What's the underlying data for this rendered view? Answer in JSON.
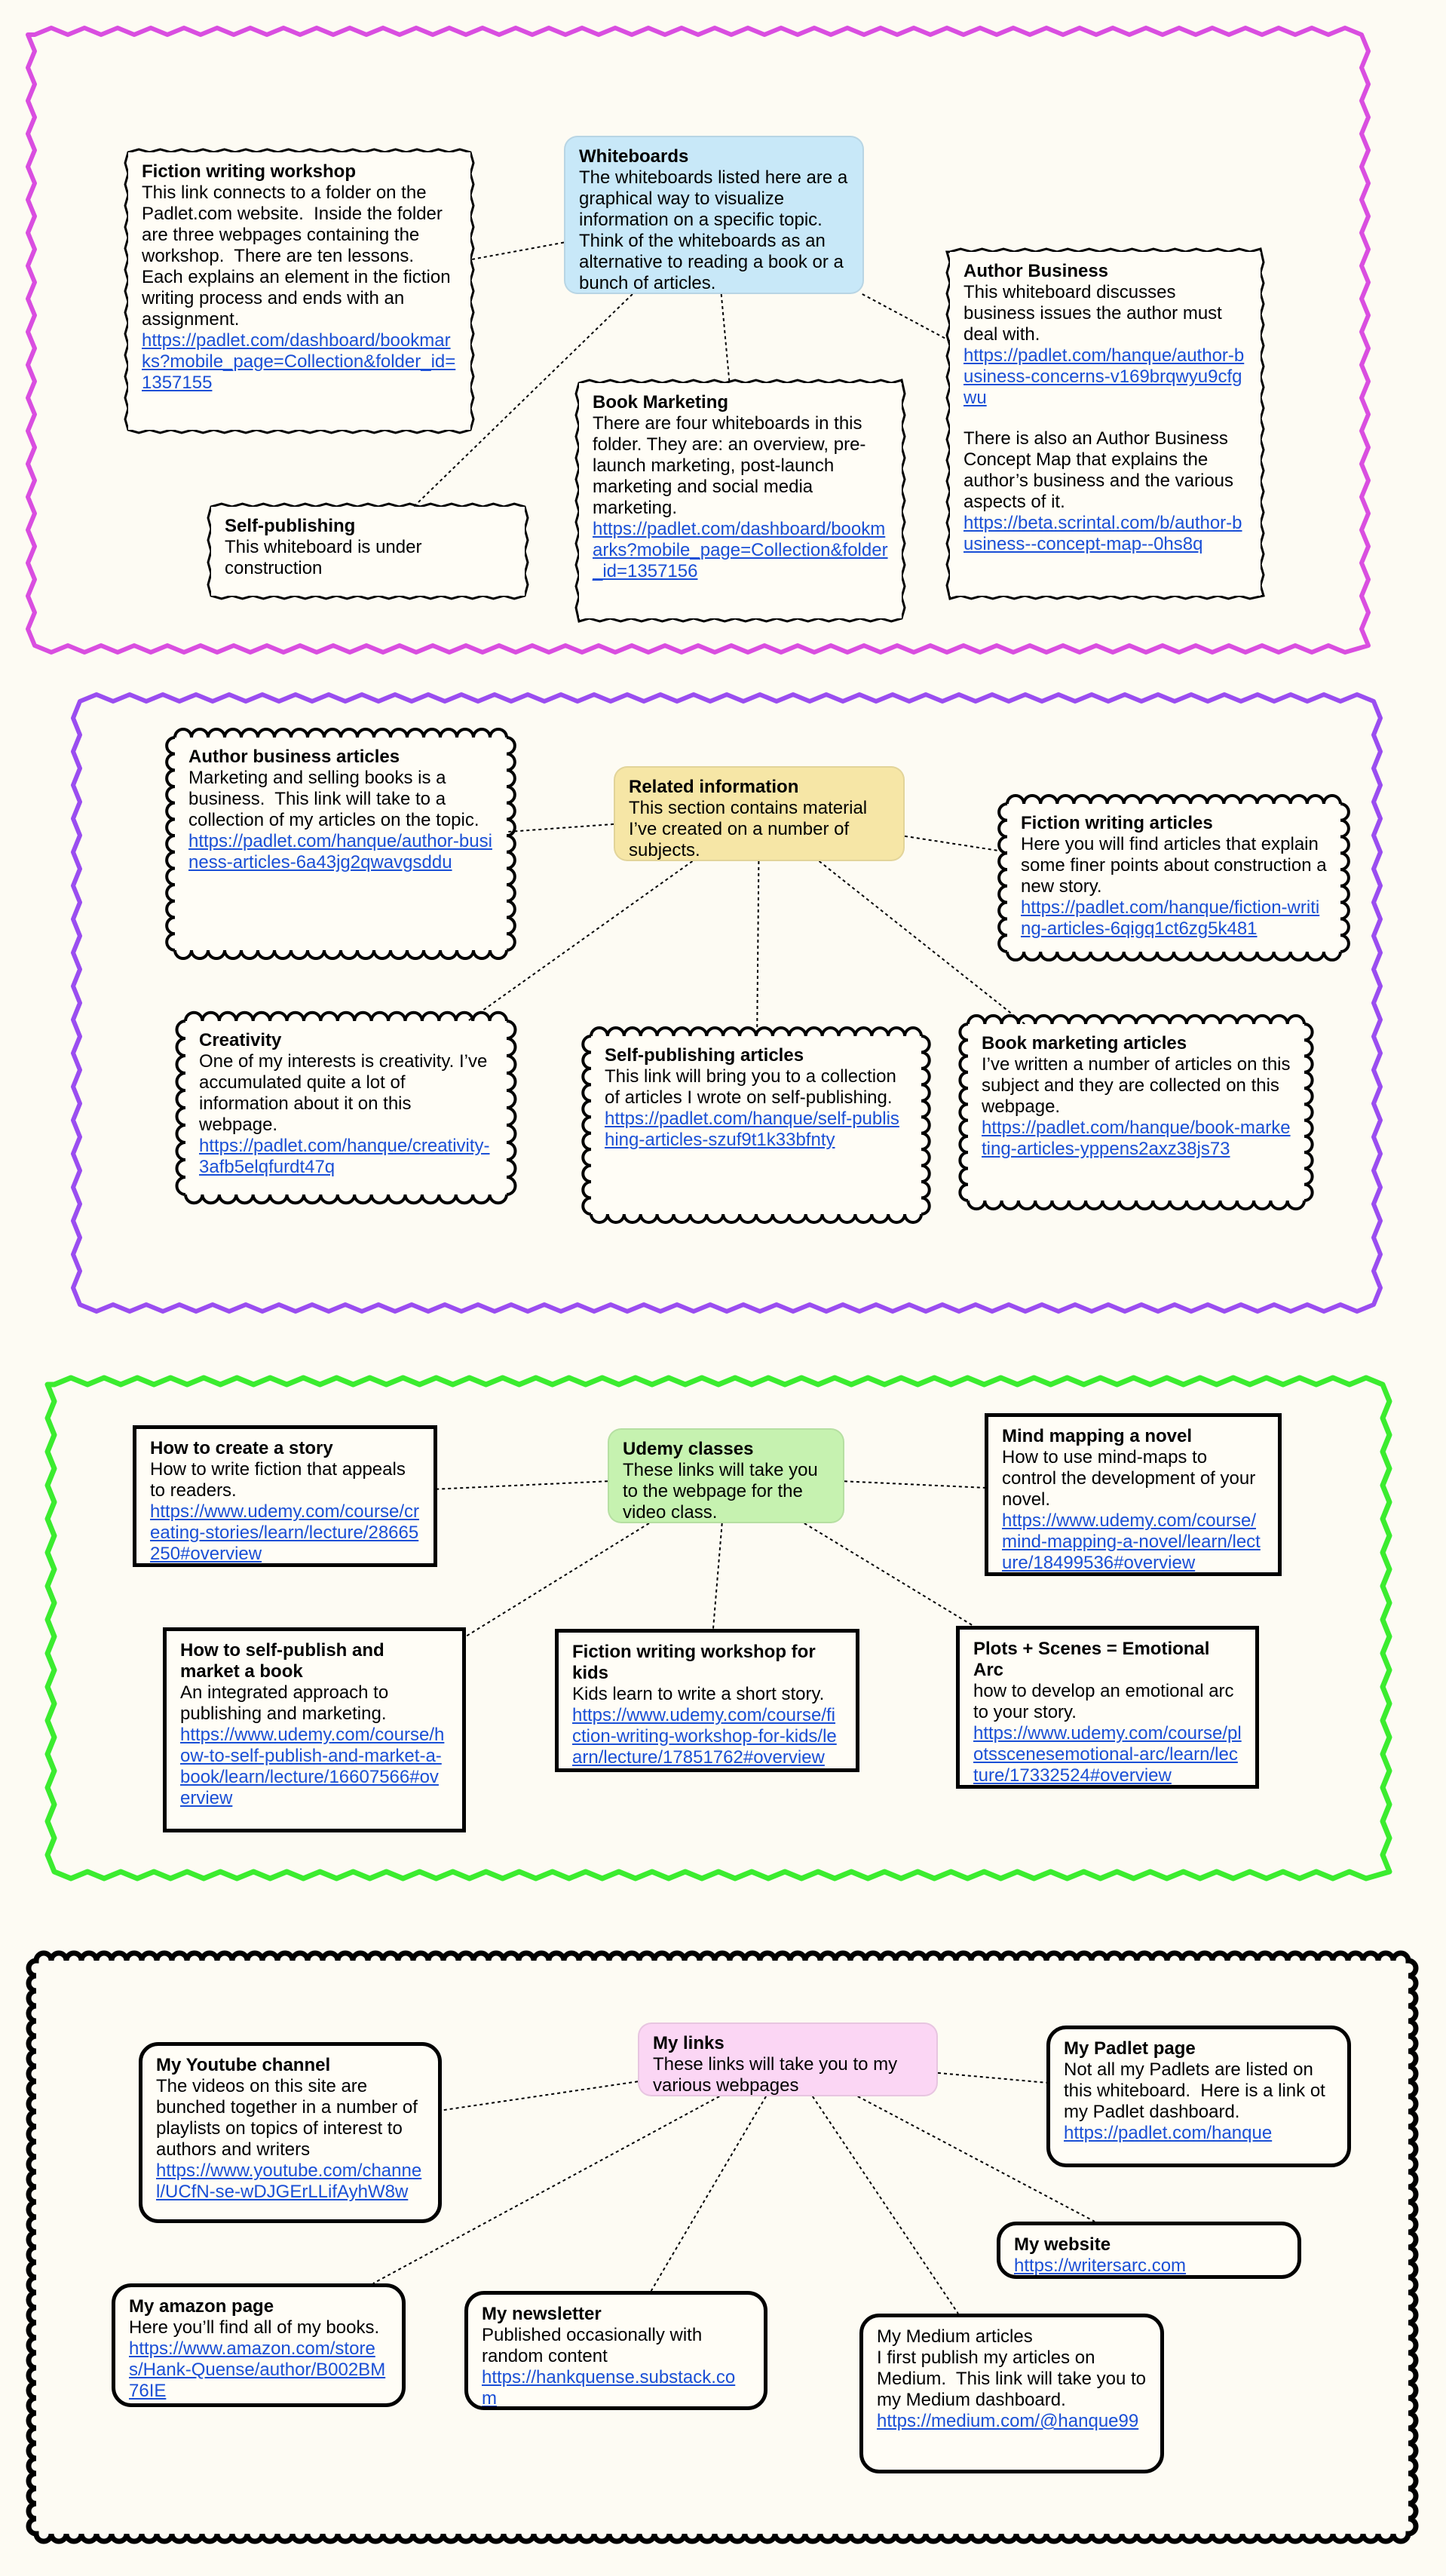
{
  "colors": {
    "frame1": "#d94ee0",
    "frame2": "#9a4df0",
    "frame3": "#3bec2f",
    "frame4": "#000000",
    "hub1": "#c8e8f8",
    "hub2": "#f6e6a6",
    "hub3": "#c6f2b0",
    "hub4": "#fbd6f4",
    "link": "#1a4fd6"
  },
  "sections": {
    "whiteboards": {
      "hub": {
        "title": "Whiteboards",
        "body": "The whiteboards listed here are a graphical way to visualize information on a specific topic. Think of the whiteboards as an alternative to reading a book or a bunch of articles."
      },
      "fiction_workshop": {
        "title": "Fiction writing workshop",
        "body": "This link connects to a folder on the Padlet.com website.  Inside the folder are three webpages containing the workshop.  There are ten lessons.  Each explains an element in the fiction writing process and ends with an assignment.",
        "link": "https://padlet.com/dashboard/bookmarks?mobile_page=Collection&folder_id=1357155"
      },
      "self_publishing": {
        "title": "Self-publishing",
        "body": "This whiteboard is under construction"
      },
      "book_marketing": {
        "title": "Book Marketing",
        "body": "There are four whiteboards in this folder. They are: an overview, pre-launch marketing, post-launch marketing and social media marketing.",
        "link": "https://padlet.com/dashboard/bookmarks?mobile_page=Collection&folder_id=1357156"
      },
      "author_business": {
        "title": "Author Business",
        "body": "This whiteboard discusses business issues the author must deal with.",
        "link": "https://padlet.com/hanque/author-business-concerns-v169brqwyu9cfgwu",
        "body2": "There is also an Author Business Concept Map that explains the author’s business and the various aspects of it.",
        "link2": "https://beta.scrintal.com/b/author-business--concept-map--0hs8q"
      }
    },
    "related": {
      "hub": {
        "title": "Related information",
        "body": "This section contains material I’ve created on a number of subjects."
      },
      "author_articles": {
        "title": "Author business articles",
        "body": "Marketing and selling books is a business.  This link will take to a collection of my articles on the topic.",
        "link": "https://padlet.com/hanque/author-business-articles-6a43jg2qwavgsddu"
      },
      "fiction_articles": {
        "title": "Fiction writing articles",
        "body": "Here you will find articles that explain some finer points about construction a new story.",
        "link": "https://padlet.com/hanque/fiction-writing-articles-6qigq1ct6zg5k481"
      },
      "creativity": {
        "title": "Creativity",
        "body": "One of my interests is creativity. I’ve accumulated quite a lot of information about it on this webpage.",
        "link": "https://padlet.com/hanque/creativity-3afb5elqfurdt47q"
      },
      "selfpub_articles": {
        "title": "Self-publishing articles",
        "body": "This link will bring you to a collection of articles I wrote on self-publishing.",
        "link": "https://padlet.com/hanque/self-publishing-articles-szuf9t1k33bfnty"
      },
      "marketing_articles": {
        "title": "Book marketing articles",
        "body": "I’ve written a number of articles on this subject and they are collected on this webpage.",
        "link": "https://padlet.com/hanque/book-marketing-articles-yppens2axz38js73"
      }
    },
    "udemy": {
      "hub": {
        "title": "Udemy classes",
        "body": "These links will take you to the webpage for the video class."
      },
      "create_story": {
        "title": "How to create a story",
        "body": "How to write fiction that appeals to readers.",
        "link": "https://www.udemy.com/course/creating-stories/learn/lecture/28665250#overview"
      },
      "mind_mapping": {
        "title": "Mind mapping a novel",
        "body": "How to use mind-maps to control the development of your novel.",
        "link": "https://www.udemy.com/course/mind-mapping-a-novel/learn/lecture/18499536#overview"
      },
      "self_publish_market": {
        "title": "How to self-publish and market a book",
        "body": "An integrated approach to publishing and marketing.",
        "link": "https://www.udemy.com/course/how-to-self-publish-and-market-a-book/learn/lecture/16607566#overview"
      },
      "workshop_kids": {
        "title": "Fiction writing workshop for kids",
        "body": "Kids learn to write a short story.",
        "link": "https://www.udemy.com/course/fiction-writing-workshop-for-kids/learn/lecture/17851762#overview"
      },
      "plots_scenes": {
        "title": "Plots + Scenes = Emotional Arc",
        "body": "how to develop an emotional arc to your story.",
        "link": "https://www.udemy.com/course/plotsscenesemotional-arc/learn/lecture/17332524#overview"
      }
    },
    "links": {
      "hub": {
        "title": "My links",
        "body": "These links will take you to my various webpages"
      },
      "youtube": {
        "title": "My Youtube channel",
        "body": "The videos on this site are bunched together in a number of playlists on topics of interest to authors and writers",
        "link": "https://www.youtube.com/channel/UCfN-se-wDJGErLLifAyhW8w"
      },
      "padlet": {
        "title": "My Padlet page",
        "body": "Not all my Padlets are listed on this whiteboard.  Here is a link ot my Padlet dashboard.",
        "link": "https://padlet.com/hanque"
      },
      "website": {
        "title": "My website",
        "link": "https://writersarc.com"
      },
      "amazon": {
        "title": "My amazon page",
        "body": "Here you’ll find all of my books.",
        "link": "https://www.amazon.com/stores/Hank-Quense/author/B002BM76IE"
      },
      "newsletter": {
        "title": "My newsletter",
        "body": "Published occasionally with random content",
        "link": "https://hankquense.substack.com"
      },
      "medium": {
        "body": "My Medium articles\nI first publish my articles on Medium.  This link will take you to my Medium dashboard.",
        "link": "https://medium.com/@hanque99"
      }
    }
  }
}
